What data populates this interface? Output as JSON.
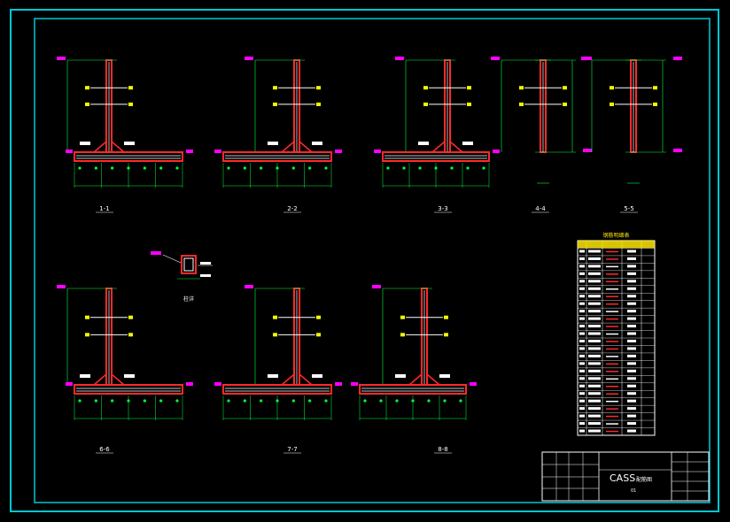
{
  "drawing": {
    "colors": {
      "background": "#000000",
      "frame": "#00c8d2",
      "concrete": "#ff2a2a",
      "rebar": "#ffffff",
      "dimension": "#00ff3c",
      "elevation": "#ff00ff",
      "label": "#f0ff00",
      "table_title": "#ffe600"
    },
    "sections": [
      {
        "label": "1-1",
        "variant": "left"
      },
      {
        "label": "2-2",
        "variant": "right"
      },
      {
        "label": "3-3",
        "variant": "both"
      },
      {
        "label": "4-4",
        "variant": "wall"
      },
      {
        "label": "5-5",
        "variant": "wall"
      },
      {
        "label": "6-6",
        "variant": "left"
      },
      {
        "label": "7-7",
        "variant": "right"
      },
      {
        "label": "8-8",
        "variant": "both"
      }
    ],
    "detail": {
      "label": "柱详"
    },
    "rebar_table": {
      "title": "钢筋明细表",
      "rows": 26
    },
    "title_block": {
      "project": "CASS",
      "drawing_name": "配筋图",
      "number": "01"
    }
  }
}
